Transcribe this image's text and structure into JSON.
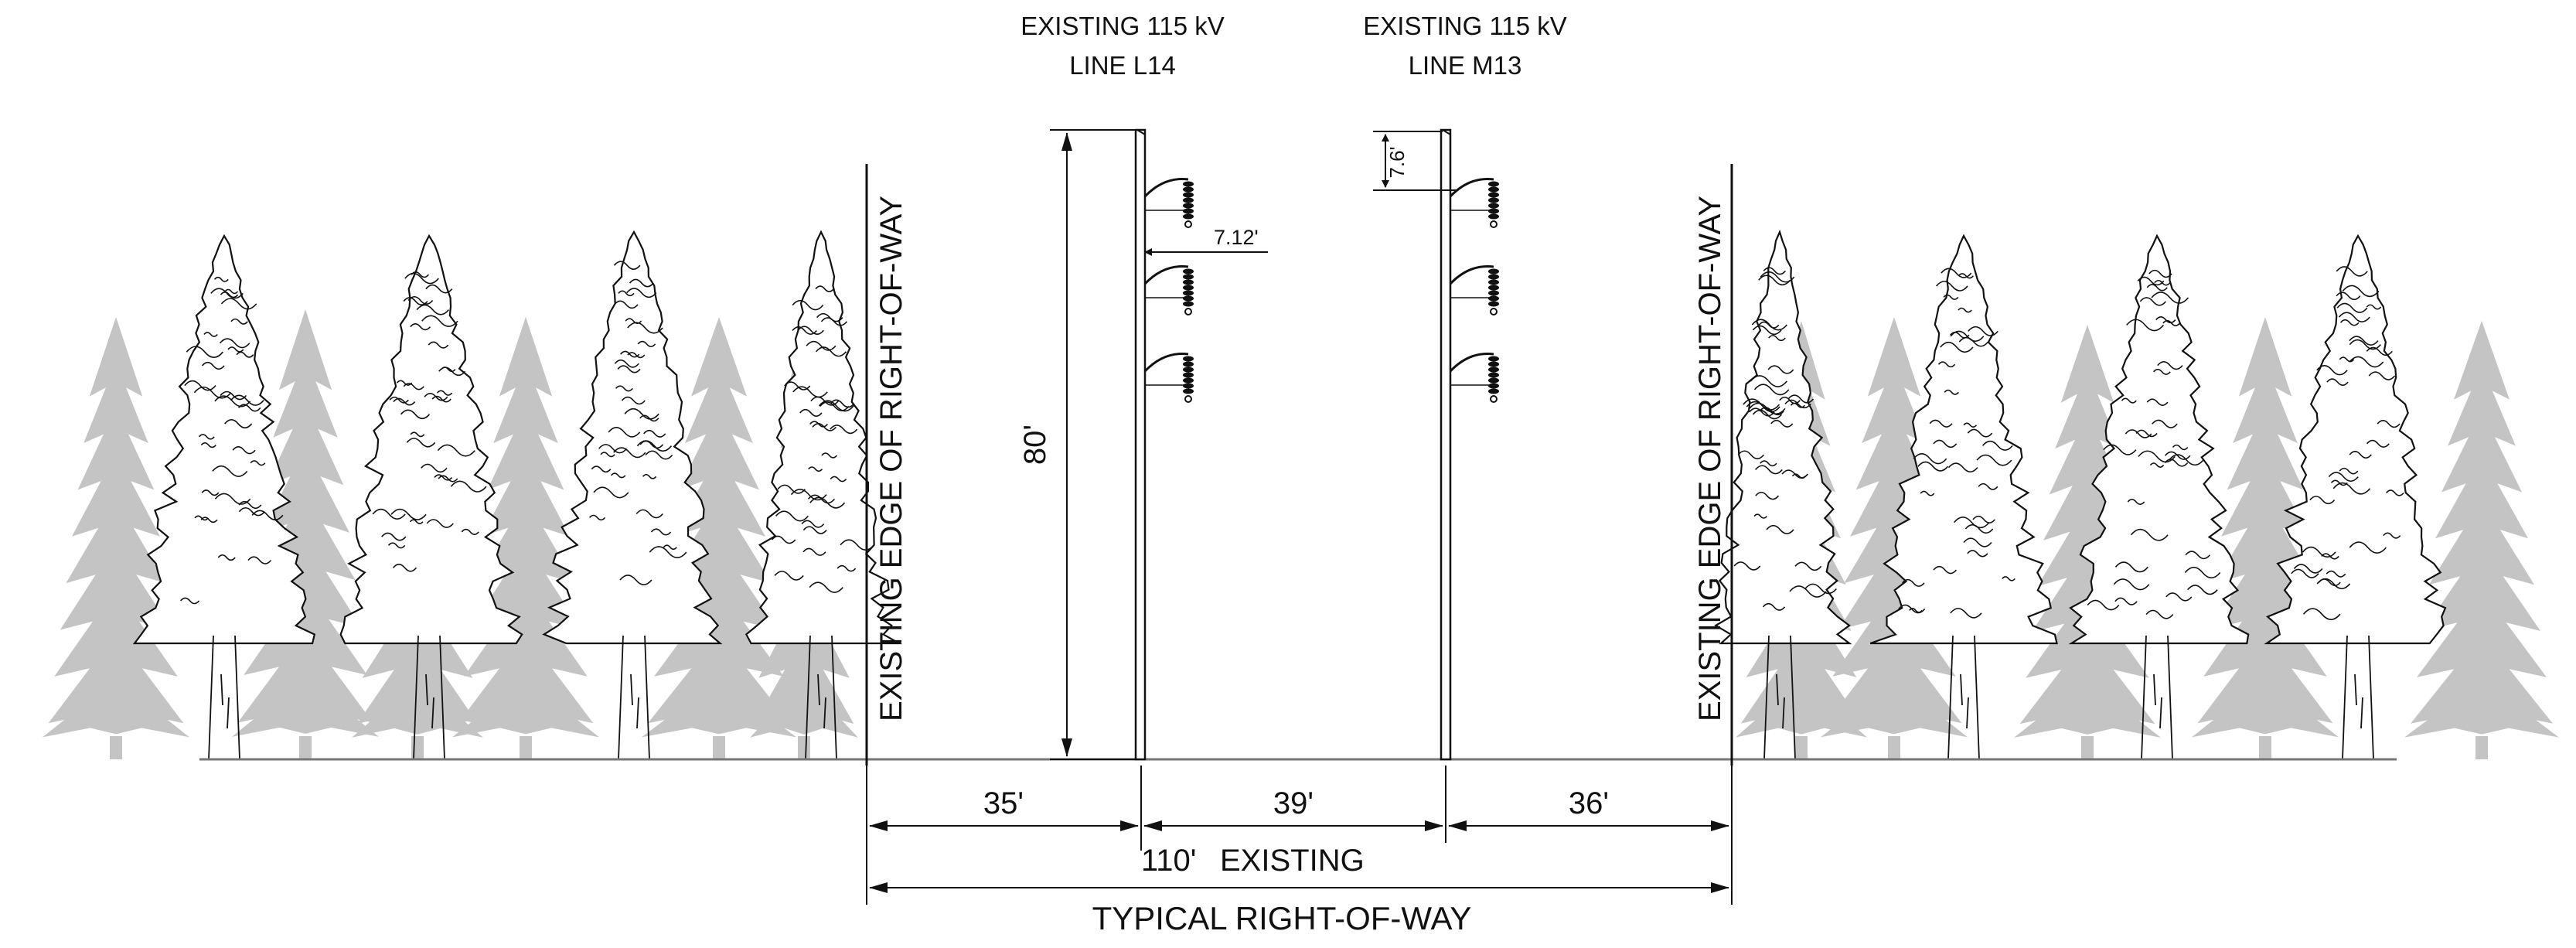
{
  "lines": [
    {
      "name": "EXISTING 115 kV",
      "id": "LINE L14"
    },
    {
      "name": "EXISTING 115 kV",
      "id": "LINE M13"
    }
  ],
  "row_edge_label": "EXISTING EDGE OF RIGHT-OF-WAY",
  "pole_height": "80'",
  "arm_length": "7.12'",
  "top_offset": "7.6'",
  "spans": [
    "35'",
    "39'",
    "36'"
  ],
  "total": {
    "value": "110'",
    "label": "EXISTING"
  },
  "caption": "TYPICAL RIGHT-OF-WAY",
  "colors": {
    "ink": "#111111",
    "tree_fill": "#c4c4c4",
    "ground": "#777777"
  }
}
